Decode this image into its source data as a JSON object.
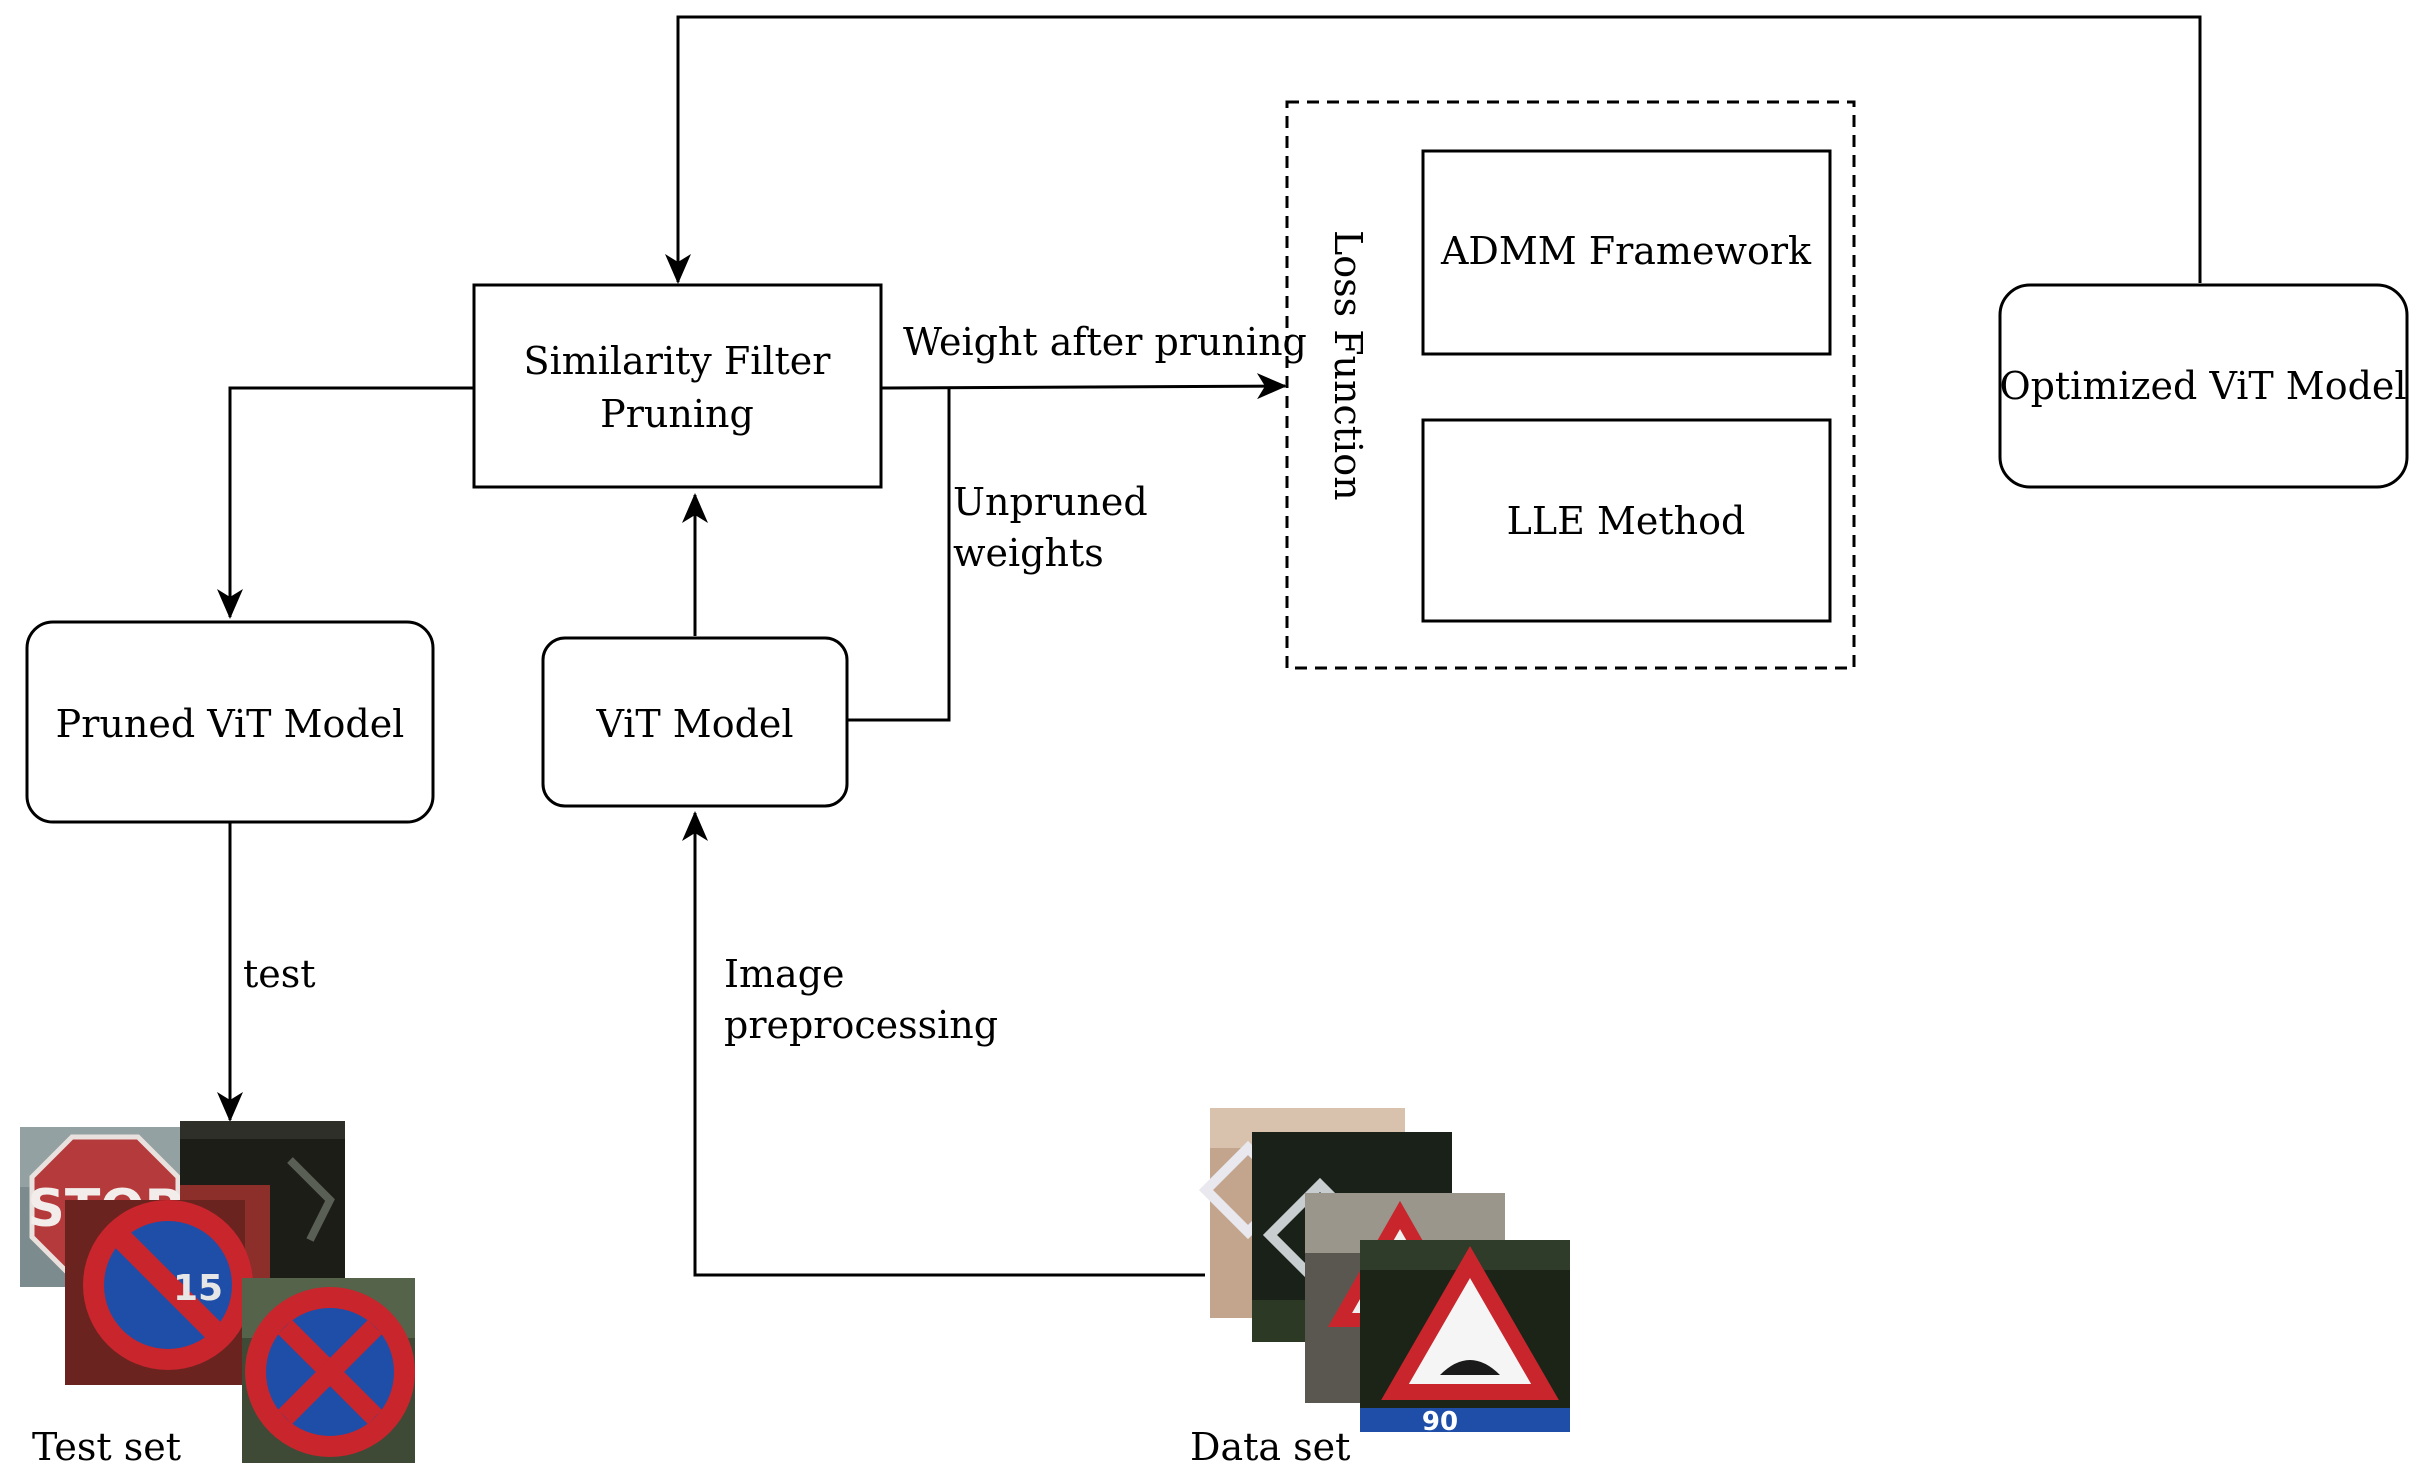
{
  "nodes": {
    "similarity_filter": {
      "line1": "Similarity Filter",
      "line2": "Pruning"
    },
    "pruned_vit": {
      "label": "Pruned ViT Model"
    },
    "vit_model": {
      "label": "ViT Model"
    },
    "admm": {
      "label": "ADMM Framework"
    },
    "lle": {
      "label": "LLE Method"
    },
    "loss_function": {
      "label": "Loss Function"
    },
    "optimized_vit": {
      "label": "Optimized ViT Model"
    }
  },
  "edges": {
    "weight_after_pruning": "Weight after pruning",
    "unpruned_line1": "Unpruned",
    "unpruned_line2": "weights",
    "test": "test",
    "image_pre_line1": "Image",
    "image_pre_line2": "preprocessing"
  },
  "images": {
    "test_set": "Test set",
    "data_set": "Data set",
    "stop_sign_text": "STOP",
    "no_parking_text": "15",
    "speed_sign_text": "90"
  },
  "colors": {
    "sign_red": "#c9252c",
    "sign_blue": "#1e4ea8",
    "sign_dark": "#1c1d16"
  }
}
